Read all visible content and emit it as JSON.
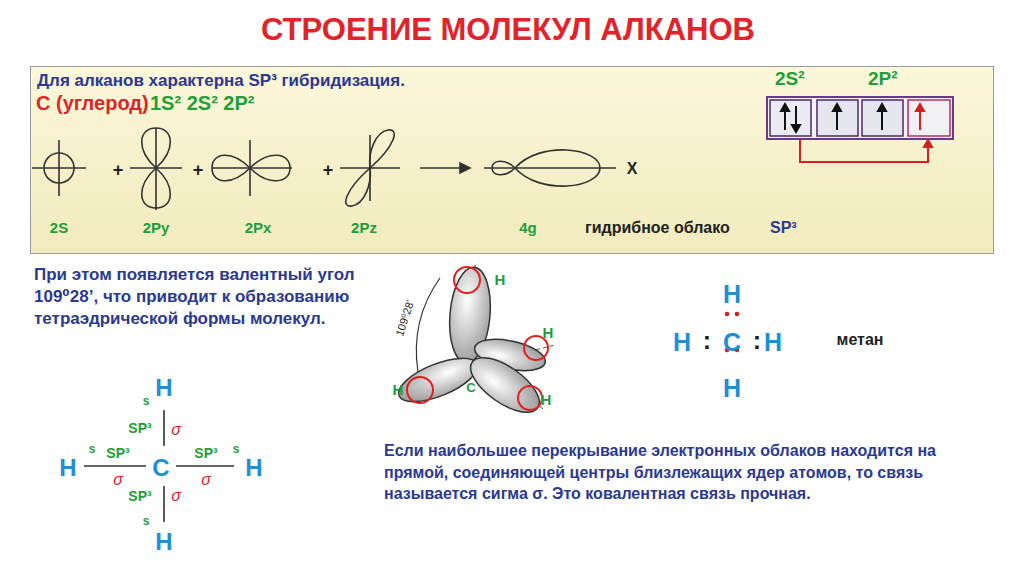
{
  "diagram": {
    "title": "СТРОЕНИЕ МОЛЕКУЛ АЛКАНОВ",
    "nodes": [
      {
        "text": [
          "Для алканов характерна SP³ гибридизация."
        ]
      }
    ],
    "labels": [
      "С (углерод)",
      "1S² 2S² 2P²",
      "2S",
      "+",
      "2Py",
      "+",
      "2Px",
      "+",
      "2Pz",
      "4g",
      "X",
      "гидрибное облако",
      "SP³",
      "2S²",
      "2P²",
      "При этом появляется валентный угол 109⁰28’, что приводит к образованию тетраэдрической формы молекул.",
      "109⁰28’",
      "H",
      "H",
      "H",
      "H",
      "C",
      "H",
      "H",
      ":",
      "C",
      ":",
      "H",
      "H",
      "метан",
      "H",
      "s",
      "SP³",
      "σ",
      "H",
      "s",
      "SP³",
      "σ",
      "C",
      "SP³",
      "σ",
      "s",
      "H",
      "SP³",
      "σ",
      "s",
      "H",
      "Если наибольшее перекрывание электронных облаков находится на прямой, соединяющей центры близлежащих ядер атомов, то связь называется сигма σ. Это ковалентная связь прочная."
    ]
  }
}
